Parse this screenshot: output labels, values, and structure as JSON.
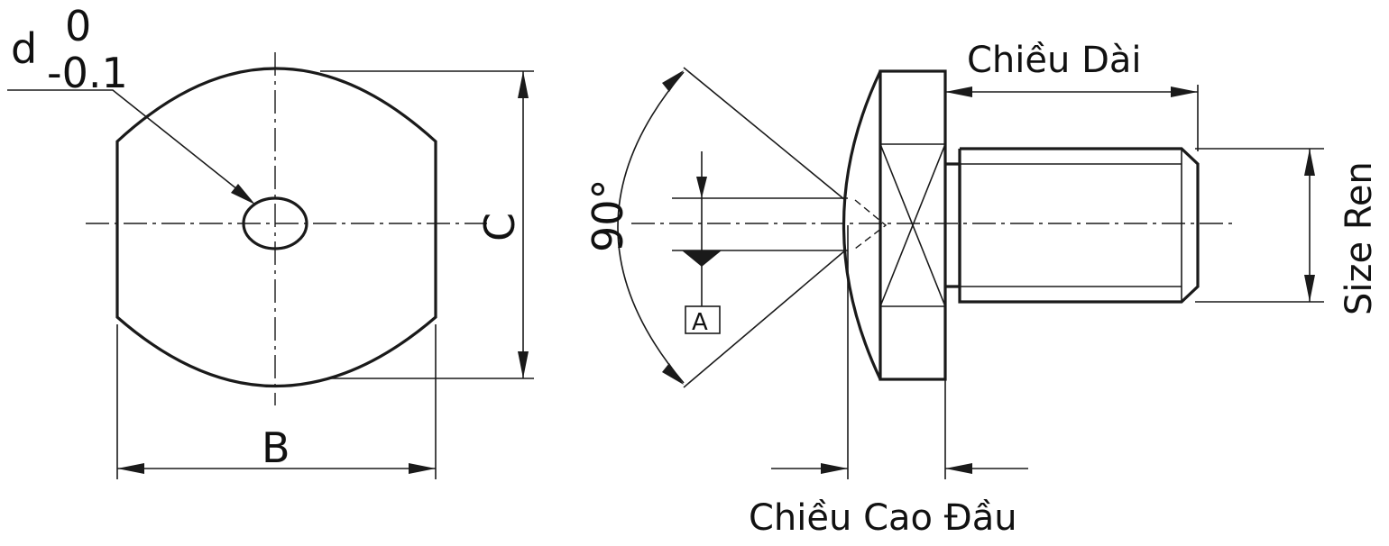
{
  "diameter": {
    "symbol": "d",
    "upper_tolerance": "0",
    "lower_tolerance": "-0.1"
  },
  "labels": {
    "width": "B",
    "height": "C",
    "angle": "90°",
    "datum": "A",
    "length": "Chiều Dài",
    "thread_size": "Size Ren",
    "head_height": "Chiều Cao Đầu"
  },
  "colors": {
    "line": "#1a1a1a",
    "background": "#ffffff"
  }
}
